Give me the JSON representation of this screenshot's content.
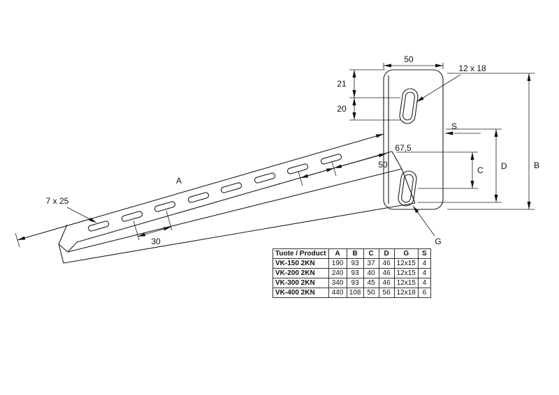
{
  "drawing": {
    "dim_plate_width": "50",
    "dim_slot_plate": "12 x 18",
    "dim_21": "21",
    "dim_20": "20",
    "dim_s": "S",
    "dim_67_5": "67,5",
    "dim_50_pitch": "50",
    "dim_c": "C",
    "dim_d": "D",
    "dim_b": "B",
    "dim_a": "A",
    "dim_slot_arm": "7 x 25",
    "dim_30": "30",
    "dim_g": "G"
  },
  "table": {
    "headers": [
      "Tuote / Product",
      "A",
      "B",
      "C",
      "D",
      "G",
      "S"
    ],
    "rows": [
      [
        "VK-150 2KN",
        "190",
        "93",
        "37",
        "46",
        "12x15",
        "4"
      ],
      [
        "VK-200 2KN",
        "240",
        "93",
        "40",
        "46",
        "12x15",
        "4"
      ],
      [
        "VK-300 2KN",
        "340",
        "93",
        "45",
        "46",
        "12x15",
        "4"
      ],
      [
        "VK-400 2KN",
        "440",
        "108",
        "50",
        "56",
        "12x18",
        "6"
      ]
    ]
  }
}
